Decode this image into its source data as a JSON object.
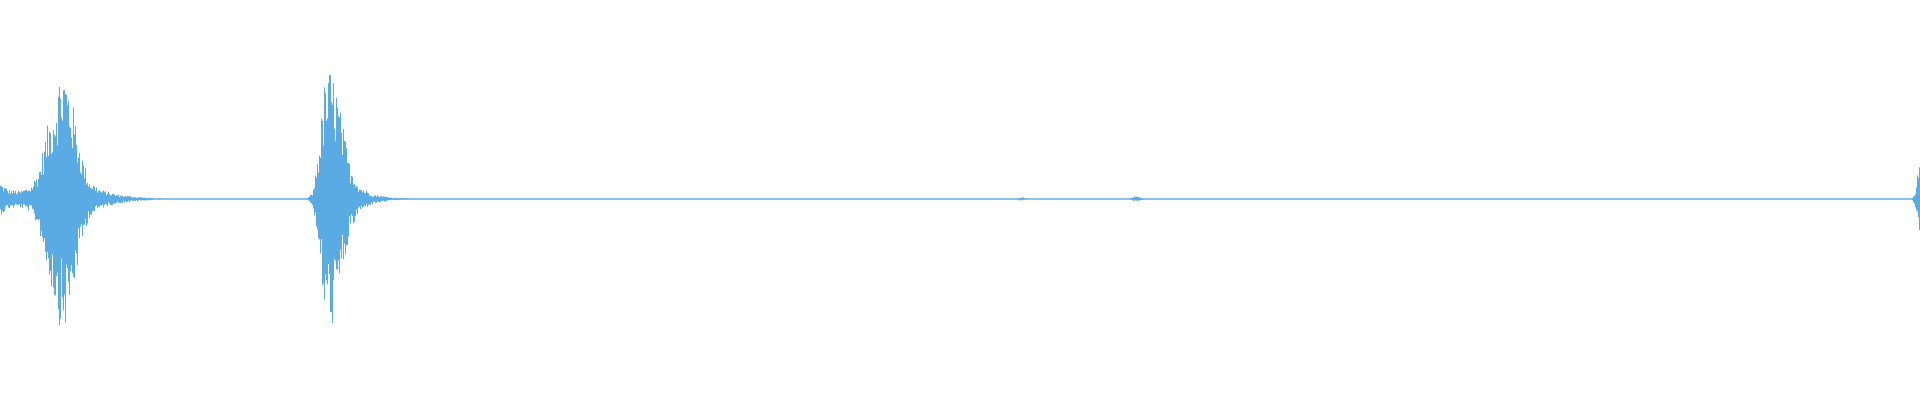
{
  "waveform": {
    "color": "#5aabe3",
    "background": "#ffffff",
    "duration_fraction_scale": [
      0,
      1
    ],
    "amplitude_scale": [
      -1,
      1
    ],
    "envelope": [
      {
        "t": 0.0,
        "a": 0.1
      },
      {
        "t": 0.004,
        "a": 0.06
      },
      {
        "t": 0.01,
        "a": 0.05
      },
      {
        "t": 0.016,
        "a": 0.08
      },
      {
        "t": 0.02,
        "a": 0.18
      },
      {
        "t": 0.024,
        "a": 0.42
      },
      {
        "t": 0.028,
        "a": 0.62
      },
      {
        "t": 0.031,
        "a": 0.78
      },
      {
        "t": 0.033,
        "a": 0.82
      },
      {
        "t": 0.036,
        "a": 0.7
      },
      {
        "t": 0.039,
        "a": 0.5
      },
      {
        "t": 0.042,
        "a": 0.3
      },
      {
        "t": 0.046,
        "a": 0.12
      },
      {
        "t": 0.052,
        "a": 0.06
      },
      {
        "t": 0.06,
        "a": 0.03
      },
      {
        "t": 0.07,
        "a": 0.015
      },
      {
        "t": 0.08,
        "a": 0.006
      },
      {
        "t": 0.09,
        "a": 0.003
      },
      {
        "t": 0.16,
        "a": 0.003
      },
      {
        "t": 0.163,
        "a": 0.05
      },
      {
        "t": 0.166,
        "a": 0.35
      },
      {
        "t": 0.169,
        "a": 0.72
      },
      {
        "t": 0.172,
        "a": 0.8
      },
      {
        "t": 0.175,
        "a": 0.7
      },
      {
        "t": 0.178,
        "a": 0.48
      },
      {
        "t": 0.182,
        "a": 0.22
      },
      {
        "t": 0.187,
        "a": 0.08
      },
      {
        "t": 0.194,
        "a": 0.03
      },
      {
        "t": 0.205,
        "a": 0.008
      },
      {
        "t": 0.22,
        "a": 0.003
      },
      {
        "t": 0.53,
        "a": 0.003
      },
      {
        "t": 0.532,
        "a": 0.012
      },
      {
        "t": 0.535,
        "a": 0.003
      },
      {
        "t": 0.588,
        "a": 0.003
      },
      {
        "t": 0.591,
        "a": 0.018
      },
      {
        "t": 0.596,
        "a": 0.004
      },
      {
        "t": 0.996,
        "a": 0.003
      },
      {
        "t": 0.998,
        "a": 0.06
      },
      {
        "t": 1.0,
        "a": 0.25
      }
    ]
  }
}
